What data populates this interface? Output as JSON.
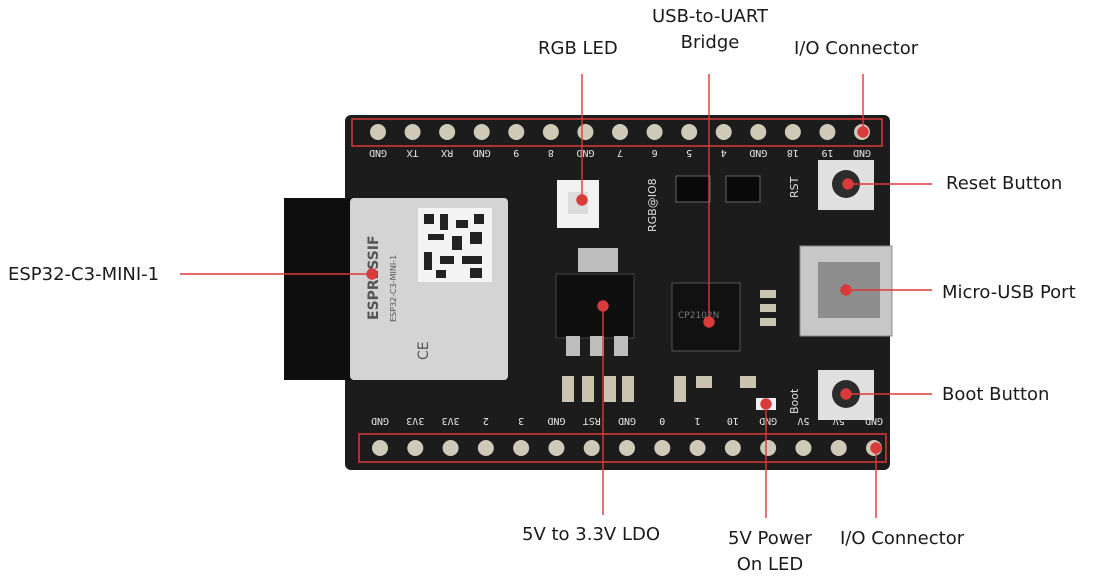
{
  "labels": {
    "rgb_led": "RGB LED",
    "usb_uart_line1": "USB-to-UART",
    "usb_uart_line2": "Bridge",
    "io_connector_top": "I/O Connector",
    "reset_button": "Reset Button",
    "esp32_module": "ESP32-C3-MINI-1",
    "micro_usb": "Micro-USB Port",
    "boot_button": "Boot Button",
    "ldo": "5V to 3.3V LDO",
    "power_led_line1": "5V Power",
    "power_led_line2": "On LED",
    "io_connector_bottom": "I/O Connector"
  },
  "board": {
    "top_pins": [
      "GND",
      "TX",
      "RX",
      "GND",
      "9",
      "8",
      "GND",
      "7",
      "6",
      "5",
      "4",
      "GND",
      "18",
      "19",
      "GND"
    ],
    "bottom_pins": [
      "GND",
      "3V3",
      "3V3",
      "2",
      "3",
      "GND",
      "RST",
      "GND",
      "0",
      "1",
      "10",
      "GND",
      "5V",
      "5V",
      "GND"
    ],
    "silk_rgb": "RGB@IO8",
    "silk_rst": "RST",
    "silk_boot": "Boot",
    "module_brand": "ESPRESSIF",
    "module_name": "ESP32-C3-MINI-1",
    "chip_text": "CP2102N"
  },
  "colors": {
    "pcb": "#1c1c1c",
    "pin": "#cfc9b8",
    "callout": "#d93a3a",
    "highlight_box": "#d93a3a"
  }
}
